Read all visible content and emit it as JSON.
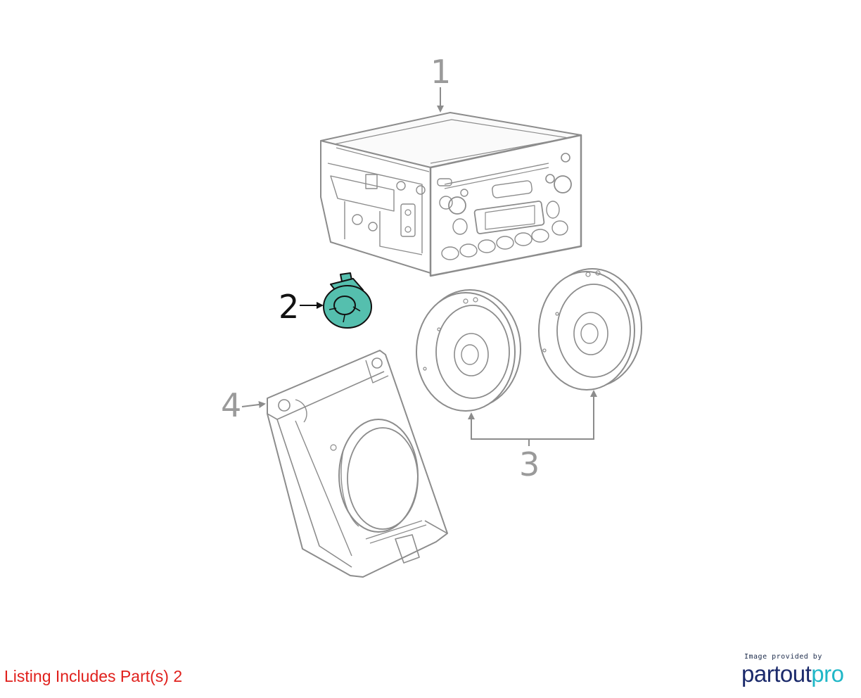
{
  "callouts": {
    "c1": "1",
    "c2": "2",
    "c3": "3",
    "c4": "4"
  },
  "highlighted_part": "2",
  "colors": {
    "linework": "#8c8c8c",
    "callout_grey": "#9a9a9a",
    "highlight_fill": "#55bfae",
    "listing_red": "#e0201c",
    "brand_navy": "#1b2a6b",
    "brand_teal": "#20b7c7"
  },
  "footer": {
    "listing_note": "Listing Includes Part(s) 2",
    "credit_small": "Image provided by",
    "brand_part_a": "partout",
    "brand_part_b": "pro"
  }
}
